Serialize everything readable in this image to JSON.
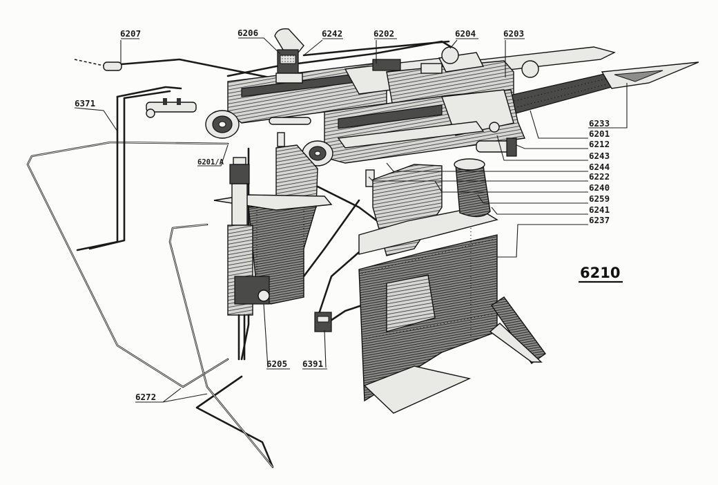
{
  "figure": {
    "number": "6210"
  },
  "callouts": {
    "c6207": "6207",
    "c6206": "6206",
    "c6242": "6242",
    "c6202": "6202",
    "c6204": "6204",
    "c6203": "6203",
    "c6371": "6371",
    "c6201a": "6201/A",
    "c6233": "6233",
    "c6201": "6201",
    "c6212": "6212",
    "c6243": "6243",
    "c6244": "6244",
    "c6222": "6222",
    "c6240": "6240",
    "c6259": "6259",
    "c6241": "6241",
    "c6237": "6237",
    "c6205": "6205",
    "c6391": "6391",
    "c6272": "6272"
  }
}
